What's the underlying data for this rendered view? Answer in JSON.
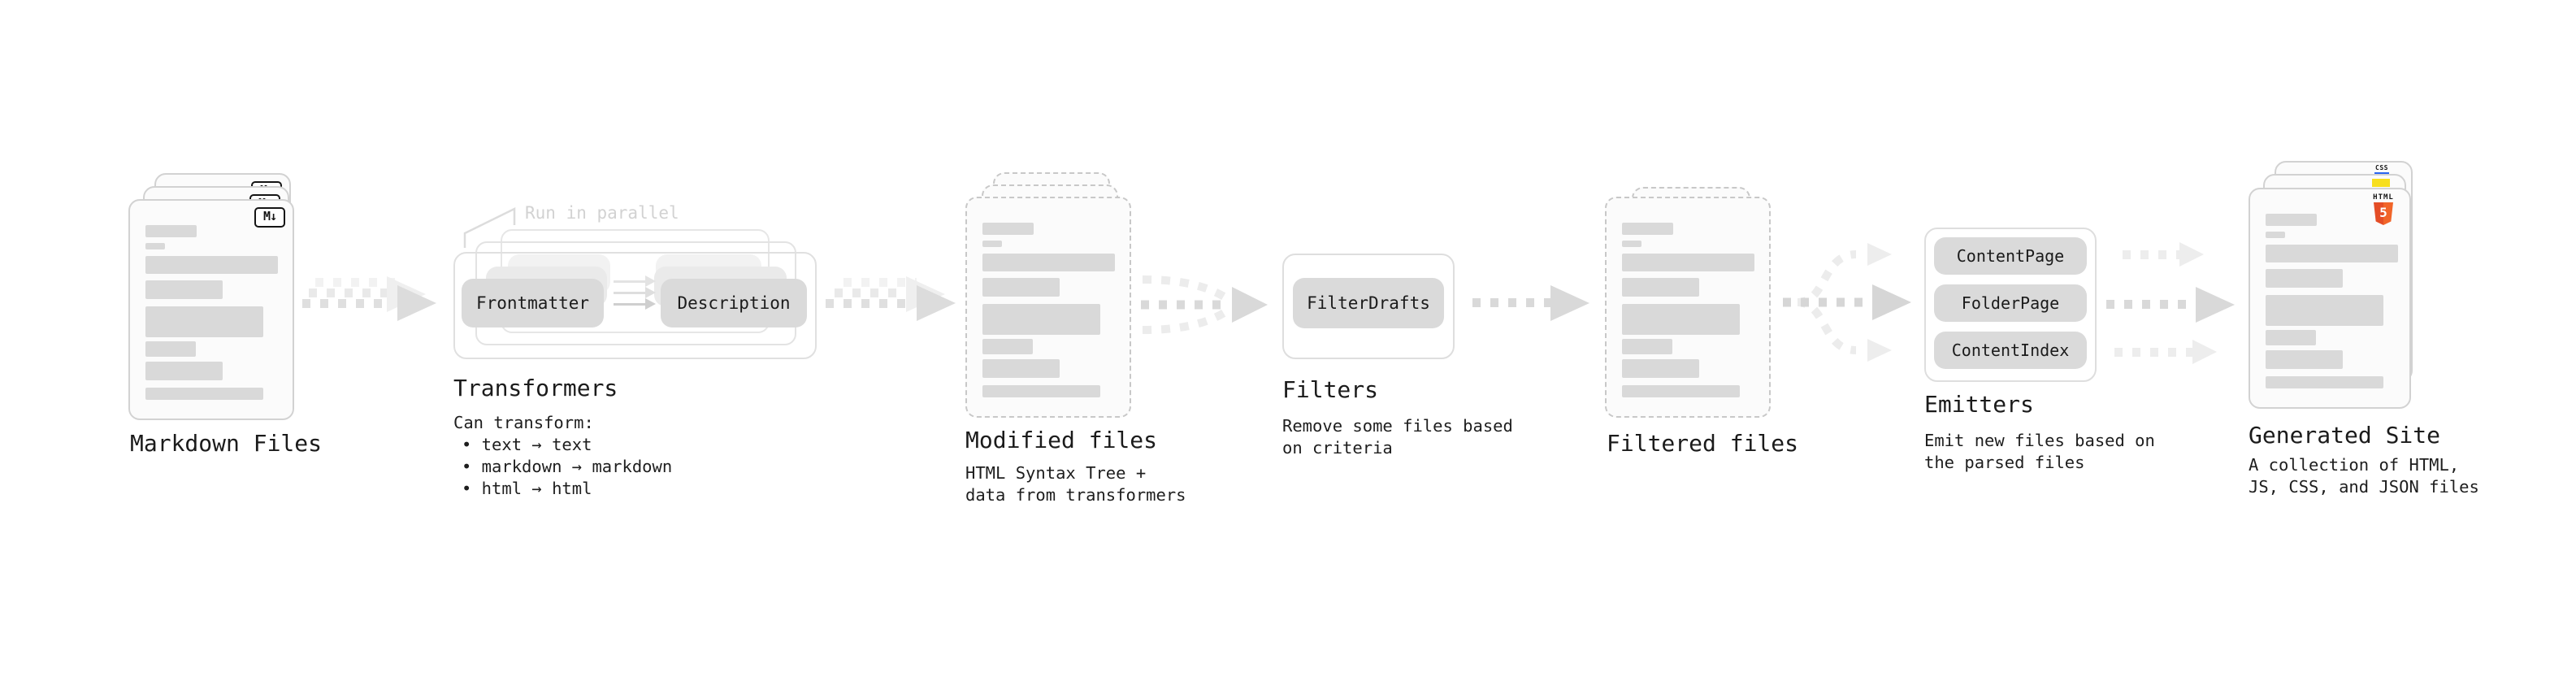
{
  "nodes": {
    "markdown": {
      "label": "Markdown Files",
      "icon": "M↓"
    },
    "transformers": {
      "label": "Transformers",
      "note": "Run in parallel",
      "steps": [
        "Frontmatter",
        "Description"
      ],
      "body": [
        "Can transform:",
        "• text → text",
        "• markdown → markdown",
        "• html → html"
      ]
    },
    "modified": {
      "label": "Modified files",
      "body": [
        "HTML Syntax Tree +",
        "data from transformers"
      ]
    },
    "filters": {
      "label": "Filters",
      "button": "FilterDrafts",
      "body": [
        "Remove some files based",
        "on criteria"
      ]
    },
    "filtered": {
      "label": "Filtered files"
    },
    "emitters": {
      "label": "Emitters",
      "buttons": [
        "ContentPage",
        "FolderPage",
        "ContentIndex"
      ],
      "body": [
        "Emit new files based on",
        "the parsed files"
      ]
    },
    "generated": {
      "label": "Generated Site",
      "badges": {
        "css": "CSS",
        "html_label": "HTML",
        "html_number": "5"
      },
      "body": [
        "A collection of HTML,",
        "JS, CSS, and JSON files"
      ]
    }
  },
  "colors": {
    "document_bar": "#d9d9d9",
    "card_background": "#fbfbfb",
    "card_border": "#d2d2d2",
    "dashed_border": "#c8c8c8",
    "button_fill": "#dadada",
    "arrow": "#d9d9d9",
    "arrow_ghost": "#ededed",
    "text": "#1b1b1b",
    "muted_note": "#d2d2d2",
    "html5_orange": "#e44d26",
    "js_yellow": "#f7df1e",
    "css_blue": "#2965f1"
  }
}
